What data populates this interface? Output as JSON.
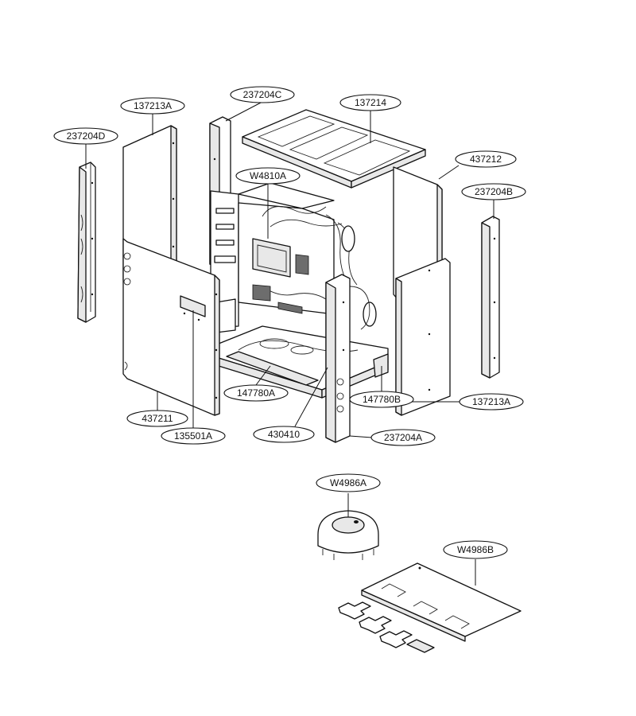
{
  "callouts": {
    "c_237204D_left": "237204D",
    "c_137213A_top": "137213A",
    "c_237204C": "237204C",
    "c_137214": "137214",
    "c_W4810A": "W4810A",
    "c_437212": "437212",
    "c_237204B": "237204B",
    "c_147780A": "147780A",
    "c_147780B": "147780B",
    "c_137213A_right": "137213A",
    "c_437211": "437211",
    "c_135501A": "135501A",
    "c_430410": "430410",
    "c_237204A": "237204A",
    "c_W4986A": "W4986A",
    "c_W4986B": "W4986B"
  }
}
